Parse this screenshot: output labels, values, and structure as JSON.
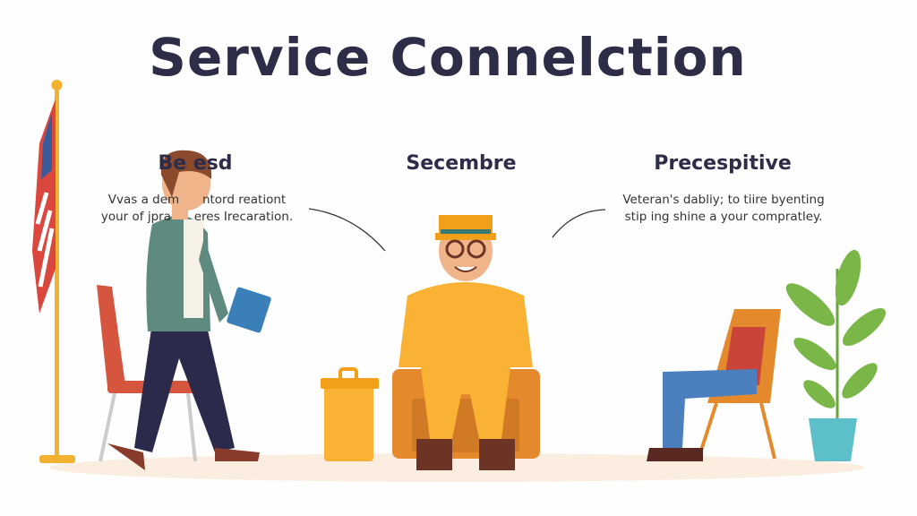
{
  "title": "Service Connelction",
  "columns": [
    {
      "heading": "Be   esd",
      "lines": [
        "Vvas a dem      ntord reationt",
        "your of jpra      eres Irecaration."
      ]
    },
    {
      "heading": "Secembre",
      "lines": []
    },
    {
      "heading": "Precespitive",
      "lines": [
        "Veteran's dabliy; to tiire byenting",
        "stip ing shine a your compratley."
      ]
    }
  ],
  "colors": {
    "title": "#2e2d48",
    "flag_pole": "#f2b12f",
    "veteran_suit": "#f9b233",
    "chair": "#e48a2d",
    "jacket": "#5f8a7f",
    "plant": "#7ab648",
    "pot": "#5dbfc9"
  }
}
